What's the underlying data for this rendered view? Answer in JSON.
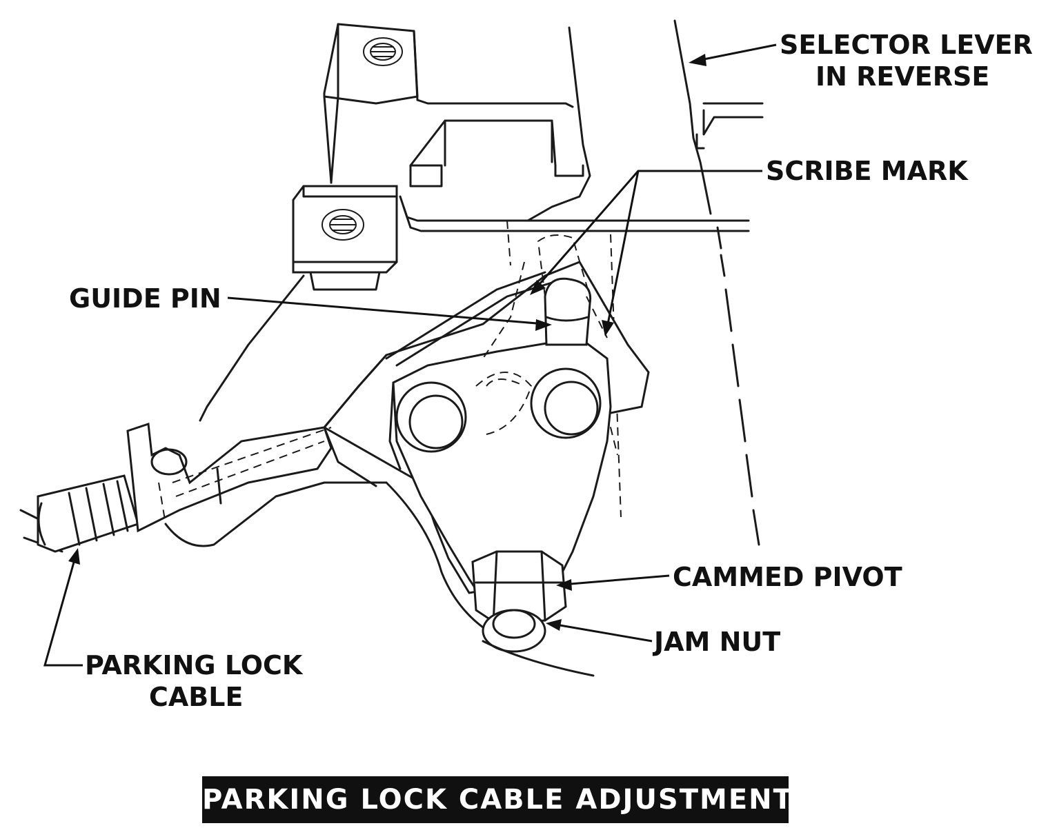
{
  "labels": {
    "selector_lever_line1": "SELECTOR LEVER",
    "selector_lever_line2": "IN REVERSE",
    "scribe_mark": "SCRIBE MARK",
    "guide_pin": "GUIDE PIN",
    "cammed_pivot": "CAMMED PIVOT",
    "jam_nut": "JAM NUT",
    "parking_lock_cable_line1": "PARKING LOCK",
    "parking_lock_cable_line2": "CABLE"
  },
  "caption": "PARKING LOCK CABLE ADJUSTMENT"
}
